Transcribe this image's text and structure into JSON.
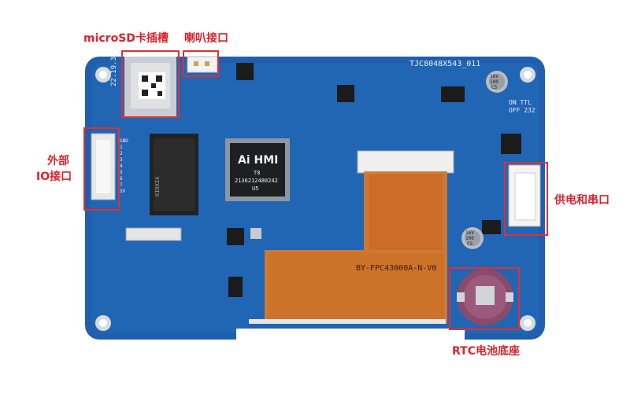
{
  "callouts": {
    "microsd": "microSD卡插槽",
    "speaker": "喇叭接口",
    "external_io_line1": "外部",
    "external_io_line2": "IO接口",
    "power_serial": "供电和串口",
    "rtc": "RTC电池底座"
  },
  "board": {
    "model_silk": "TJC8048X543_011",
    "on_ttl_silk": "ON TTL",
    "off_232_silk": "OFF 232",
    "fpc_silk": "BY-FPC43000A-N-V0",
    "mcu_brand": "Ai HMI",
    "mcu_code": "T8",
    "mcu_serial": "2136212480242",
    "mcu_ref": "U5",
    "cap1_line1": "16V",
    "cap1_line2": "100",
    "cap1_line3": "CS",
    "cap2_line1": "16V",
    "cap2_line2": "100",
    "cap2_line3": "CS",
    "pin_labels": [
      "GND",
      "1",
      "2",
      "3",
      "4",
      "5",
      "6",
      "7",
      "5V"
    ],
    "date_silk": "22.19.3",
    "ram_silk": "KIOXIA"
  },
  "colors": {
    "pcb": "#1f5fae",
    "pcb_dark": "#174c8f",
    "callout_red": "#d9242c",
    "fpc_orange": "#d8792a"
  }
}
